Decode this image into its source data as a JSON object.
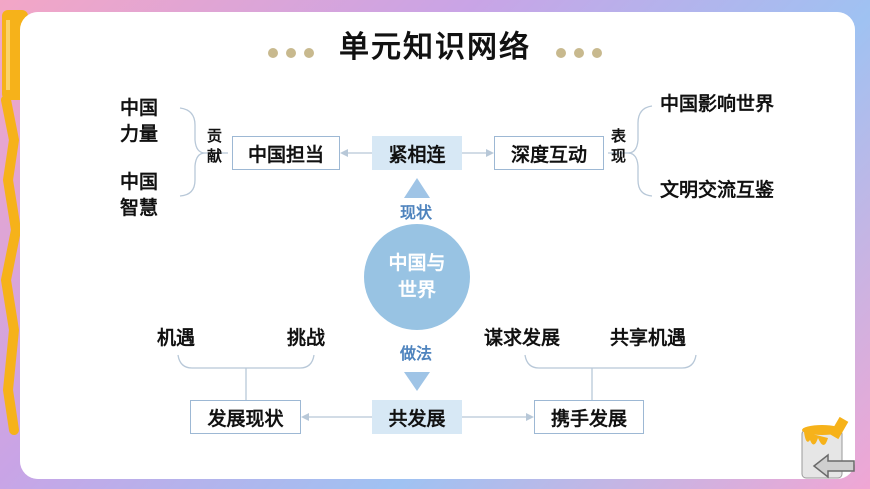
{
  "title": "单元知识网络",
  "center": {
    "line1": "中国与",
    "line2": "世界"
  },
  "top": {
    "left_box": "中国担当",
    "middle_box": "紧相连",
    "right_box": "深度互动",
    "left_connector": [
      "贡",
      "献"
    ],
    "right_connector": [
      "表",
      "现"
    ],
    "left_items": [
      [
        "中国",
        "力量"
      ],
      [
        "中国",
        "智慧"
      ]
    ],
    "right_items": [
      "中国影响世界",
      "文明交流互鉴"
    ],
    "arrow_label": "现状"
  },
  "bottom": {
    "left_box": "发展现状",
    "middle_box": "共发展",
    "right_box": "携手发展",
    "left_items": [
      "机遇",
      "挑战"
    ],
    "right_items": [
      "谋求发展",
      "共享机遇"
    ],
    "arrow_label": "做法"
  },
  "colors": {
    "highlight": "#d7e8f5",
    "circle": "#98c3e3",
    "arrow": "#9fc4e6",
    "label_blue": "#4f84be"
  },
  "icons": {
    "back": "back-arrow-icon",
    "paint_bucket": "paint-bucket-icon",
    "paint_roller": "paint-roller-icon"
  }
}
